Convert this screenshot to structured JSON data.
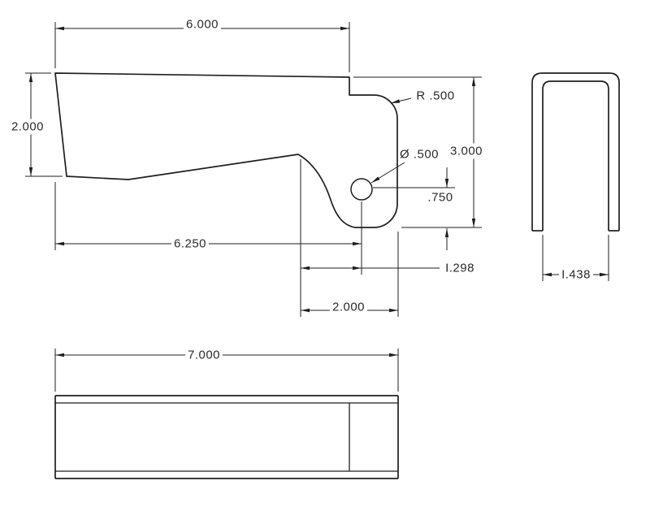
{
  "title": "bracket-detail-drawing",
  "colors": {
    "background": "#ffffff",
    "line": "#1f1f1f",
    "text": "#2b2b2b"
  },
  "front_view": {
    "dims": {
      "top_width": "6.000",
      "left_height": "2.000",
      "corner_radius": "R .500",
      "overall_height": "3.000",
      "hole_diameter": "Ø .500",
      "hole_to_bottom": ".750",
      "left_to_hole": "6.250",
      "notch_to_hole": "I.298",
      "notch_to_edge": "2.000"
    }
  },
  "end_view": {
    "dims": {
      "inner_width": "I.438"
    }
  },
  "top_view": {
    "dims": {
      "overall_length": "7.000"
    }
  }
}
